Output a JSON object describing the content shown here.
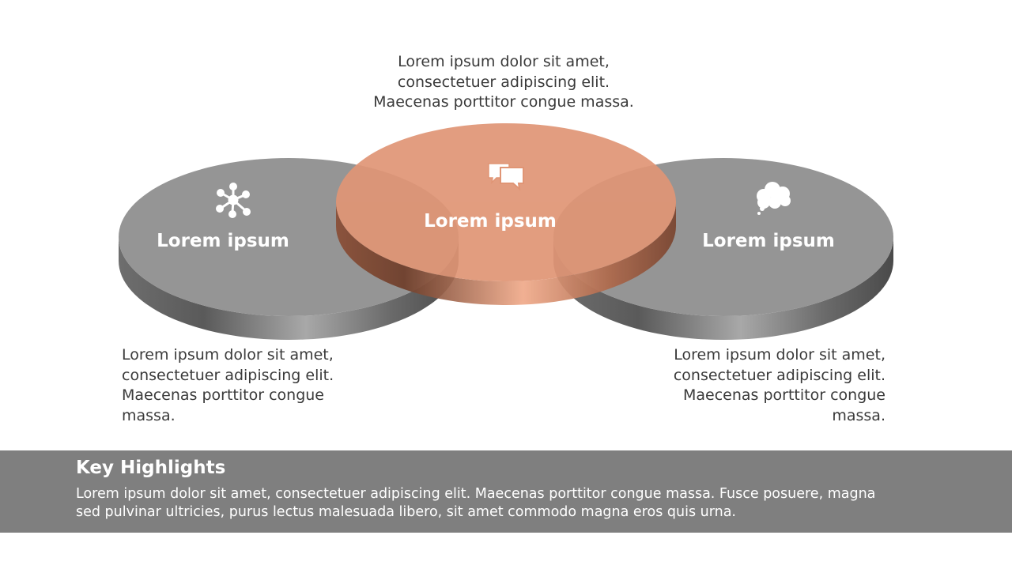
{
  "colors": {
    "gray_top": "#959595",
    "accent_top": "#e09575",
    "band": "#7f7f7f",
    "text": "#3a3a3a"
  },
  "nodes": [
    {
      "label": "Lorem ipsum",
      "icon": "network-icon"
    },
    {
      "label": "Lorem ipsum",
      "icon": "chat-bubbles-icon"
    },
    {
      "label": "Lorem ipsum",
      "icon": "thought-cloud-icon"
    }
  ],
  "descriptions": {
    "top": [
      "Lorem ipsum dolor sit amet,",
      "consectetuer adipiscing elit.",
      "Maecenas porttitor congue massa."
    ],
    "left": [
      "Lorem ipsum dolor sit amet,",
      "consectetuer adipiscing elit.",
      "Maecenas porttitor congue",
      "massa."
    ],
    "right": [
      "Lorem ipsum dolor sit amet,",
      "consectetuer adipiscing elit.",
      "Maecenas porttitor congue",
      "massa."
    ]
  },
  "highlights": {
    "title": "Key Highlights",
    "lines": [
      "Lorem ipsum dolor sit amet, consectetuer adipiscing elit. Maecenas porttitor congue massa. Fusce posuere, magna",
      "sed pulvinar ultricies, purus lectus malesuada libero, sit amet commodo magna eros quis urna."
    ]
  }
}
